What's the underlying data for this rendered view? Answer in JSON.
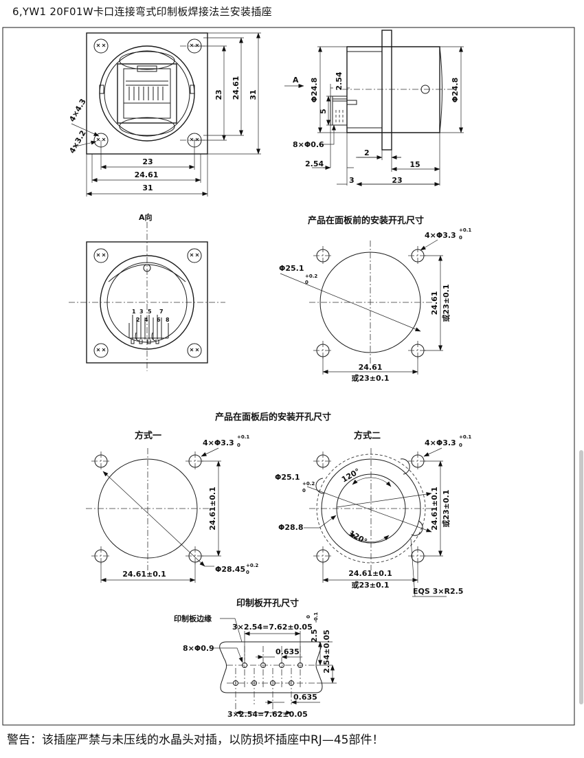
{
  "header": {
    "title": "6,YW1 20F01W卡口连接弯式印制板焊接法兰安装插座"
  },
  "warning": "警告：该插座严禁与未压线的水晶头对插，以防损坏插座中RJ—45部件！",
  "front_view": {
    "dim_4x43": "4×4.3",
    "dim_4x32": "4×3.2",
    "dim_23_v": "23",
    "dim_2461_v": "24.61",
    "dim_31_v": "31",
    "dim_23_h": "23",
    "dim_2461_h": "24.61",
    "dim_31_h": "31"
  },
  "side_view": {
    "arrow_a": "A",
    "dim_phi248_left": "Φ24.8",
    "dim_254_top": "2.54",
    "dim_5": "5",
    "dim_8x06": "8×Φ0.6",
    "dim_254_bottom": "2.54",
    "dim_2": "2",
    "dim_15": "15",
    "dim_3": "3",
    "dim_23": "23",
    "dim_phi248_right": "Φ24.8"
  },
  "a_view": {
    "title": "A向",
    "pins_top": [
      "1",
      "3",
      "5",
      "7"
    ],
    "pins_bottom": [
      "2",
      "4",
      "6",
      "8"
    ]
  },
  "front_panel": {
    "title": "产品在面板前的安装开孔尺寸",
    "holes": "4×Φ3.3",
    "holes_tol_top": "+0.1",
    "holes_tol_bottom": "0",
    "dia": "Φ25.1",
    "dia_tol_top": "+0.2",
    "dia_tol_bottom": "0",
    "dim_v": "24.61",
    "dim_v_alt": "或23±0.1",
    "dim_h": "24.61",
    "dim_h_alt": "或23±0.1"
  },
  "rear_panel": {
    "title": "产品在面板后的安装开孔尺寸",
    "method1": {
      "title": "方式一",
      "holes": "4×Φ3.3",
      "holes_tol_top": "+0.1",
      "holes_tol_bottom": "0",
      "dim_v": "24.61±0.1",
      "dim_h": "24.61±0.1",
      "dia": "Φ28.45",
      "dia_tol_top": "+0.2",
      "dia_tol_bottom": "0"
    },
    "method2": {
      "title": "方式二",
      "holes": "4×Φ3.3",
      "holes_tol_top": "+0.1",
      "holes_tol_bottom": "0",
      "dia": "Φ25.1",
      "dia_tol_top": "+0.2",
      "dia_tol_bottom": "0",
      "angle_top": "120°",
      "angle_bottom": "120°",
      "outer_dia": "Φ28.8",
      "dim_v": "24.61±0.1",
      "dim_v_alt": "或23±0.1",
      "dim_h": "24.61±0.1",
      "dim_h_alt": "或23±0.1",
      "eqs": "EQS 3×R2.5"
    }
  },
  "pcb": {
    "title": "印制板开孔尺寸",
    "edge_label": "印制板边缘",
    "pitch_top": "3×2.54=7.62±0.05",
    "holes": "8×Φ0.9",
    "offset_top": "0.635",
    "offset_bottom": "0.635",
    "pitch_bottom": "3×2.54=7.62±0.05",
    "dim_25": "2.5",
    "dim_25_tol_top": "0",
    "dim_25_tol_bottom": "-0.1",
    "dim_254": "2.54±0.05"
  }
}
